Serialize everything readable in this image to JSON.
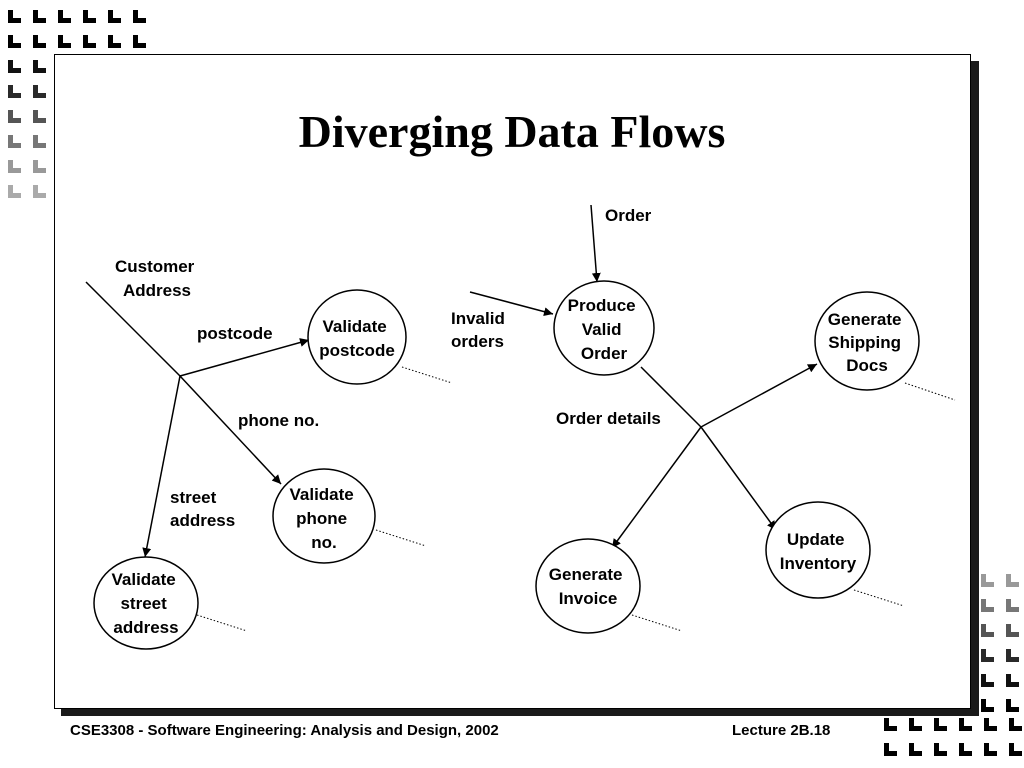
{
  "slide": {
    "title": "Diverging Data Flows",
    "footer_left": "CSE3308 - Software Engineering: Analysis and Design, 2002",
    "footer_right": "Lecture 2B.18"
  },
  "diagram": {
    "processes": {
      "validate_postcode": [
        "Validate",
        "postcode"
      ],
      "validate_phone": [
        "Validate",
        "phone",
        "no."
      ],
      "validate_street": [
        "Validate",
        "street",
        "address"
      ],
      "produce_order": [
        "Produce",
        "Valid",
        "Order"
      ],
      "generate_shipping": [
        "Generate",
        "Shipping",
        "Docs"
      ],
      "generate_invoice": [
        "Generate",
        "Invoice"
      ],
      "update_inventory": [
        "Update",
        "Inventory"
      ]
    },
    "flows": {
      "customer_address": [
        "Customer",
        "Address"
      ],
      "postcode": "postcode",
      "phone_no": "phone no.",
      "street_address": [
        "street",
        "address"
      ],
      "order": "Order",
      "invalid_orders": [
        "Invalid",
        "orders"
      ],
      "order_details": "Order details"
    }
  }
}
